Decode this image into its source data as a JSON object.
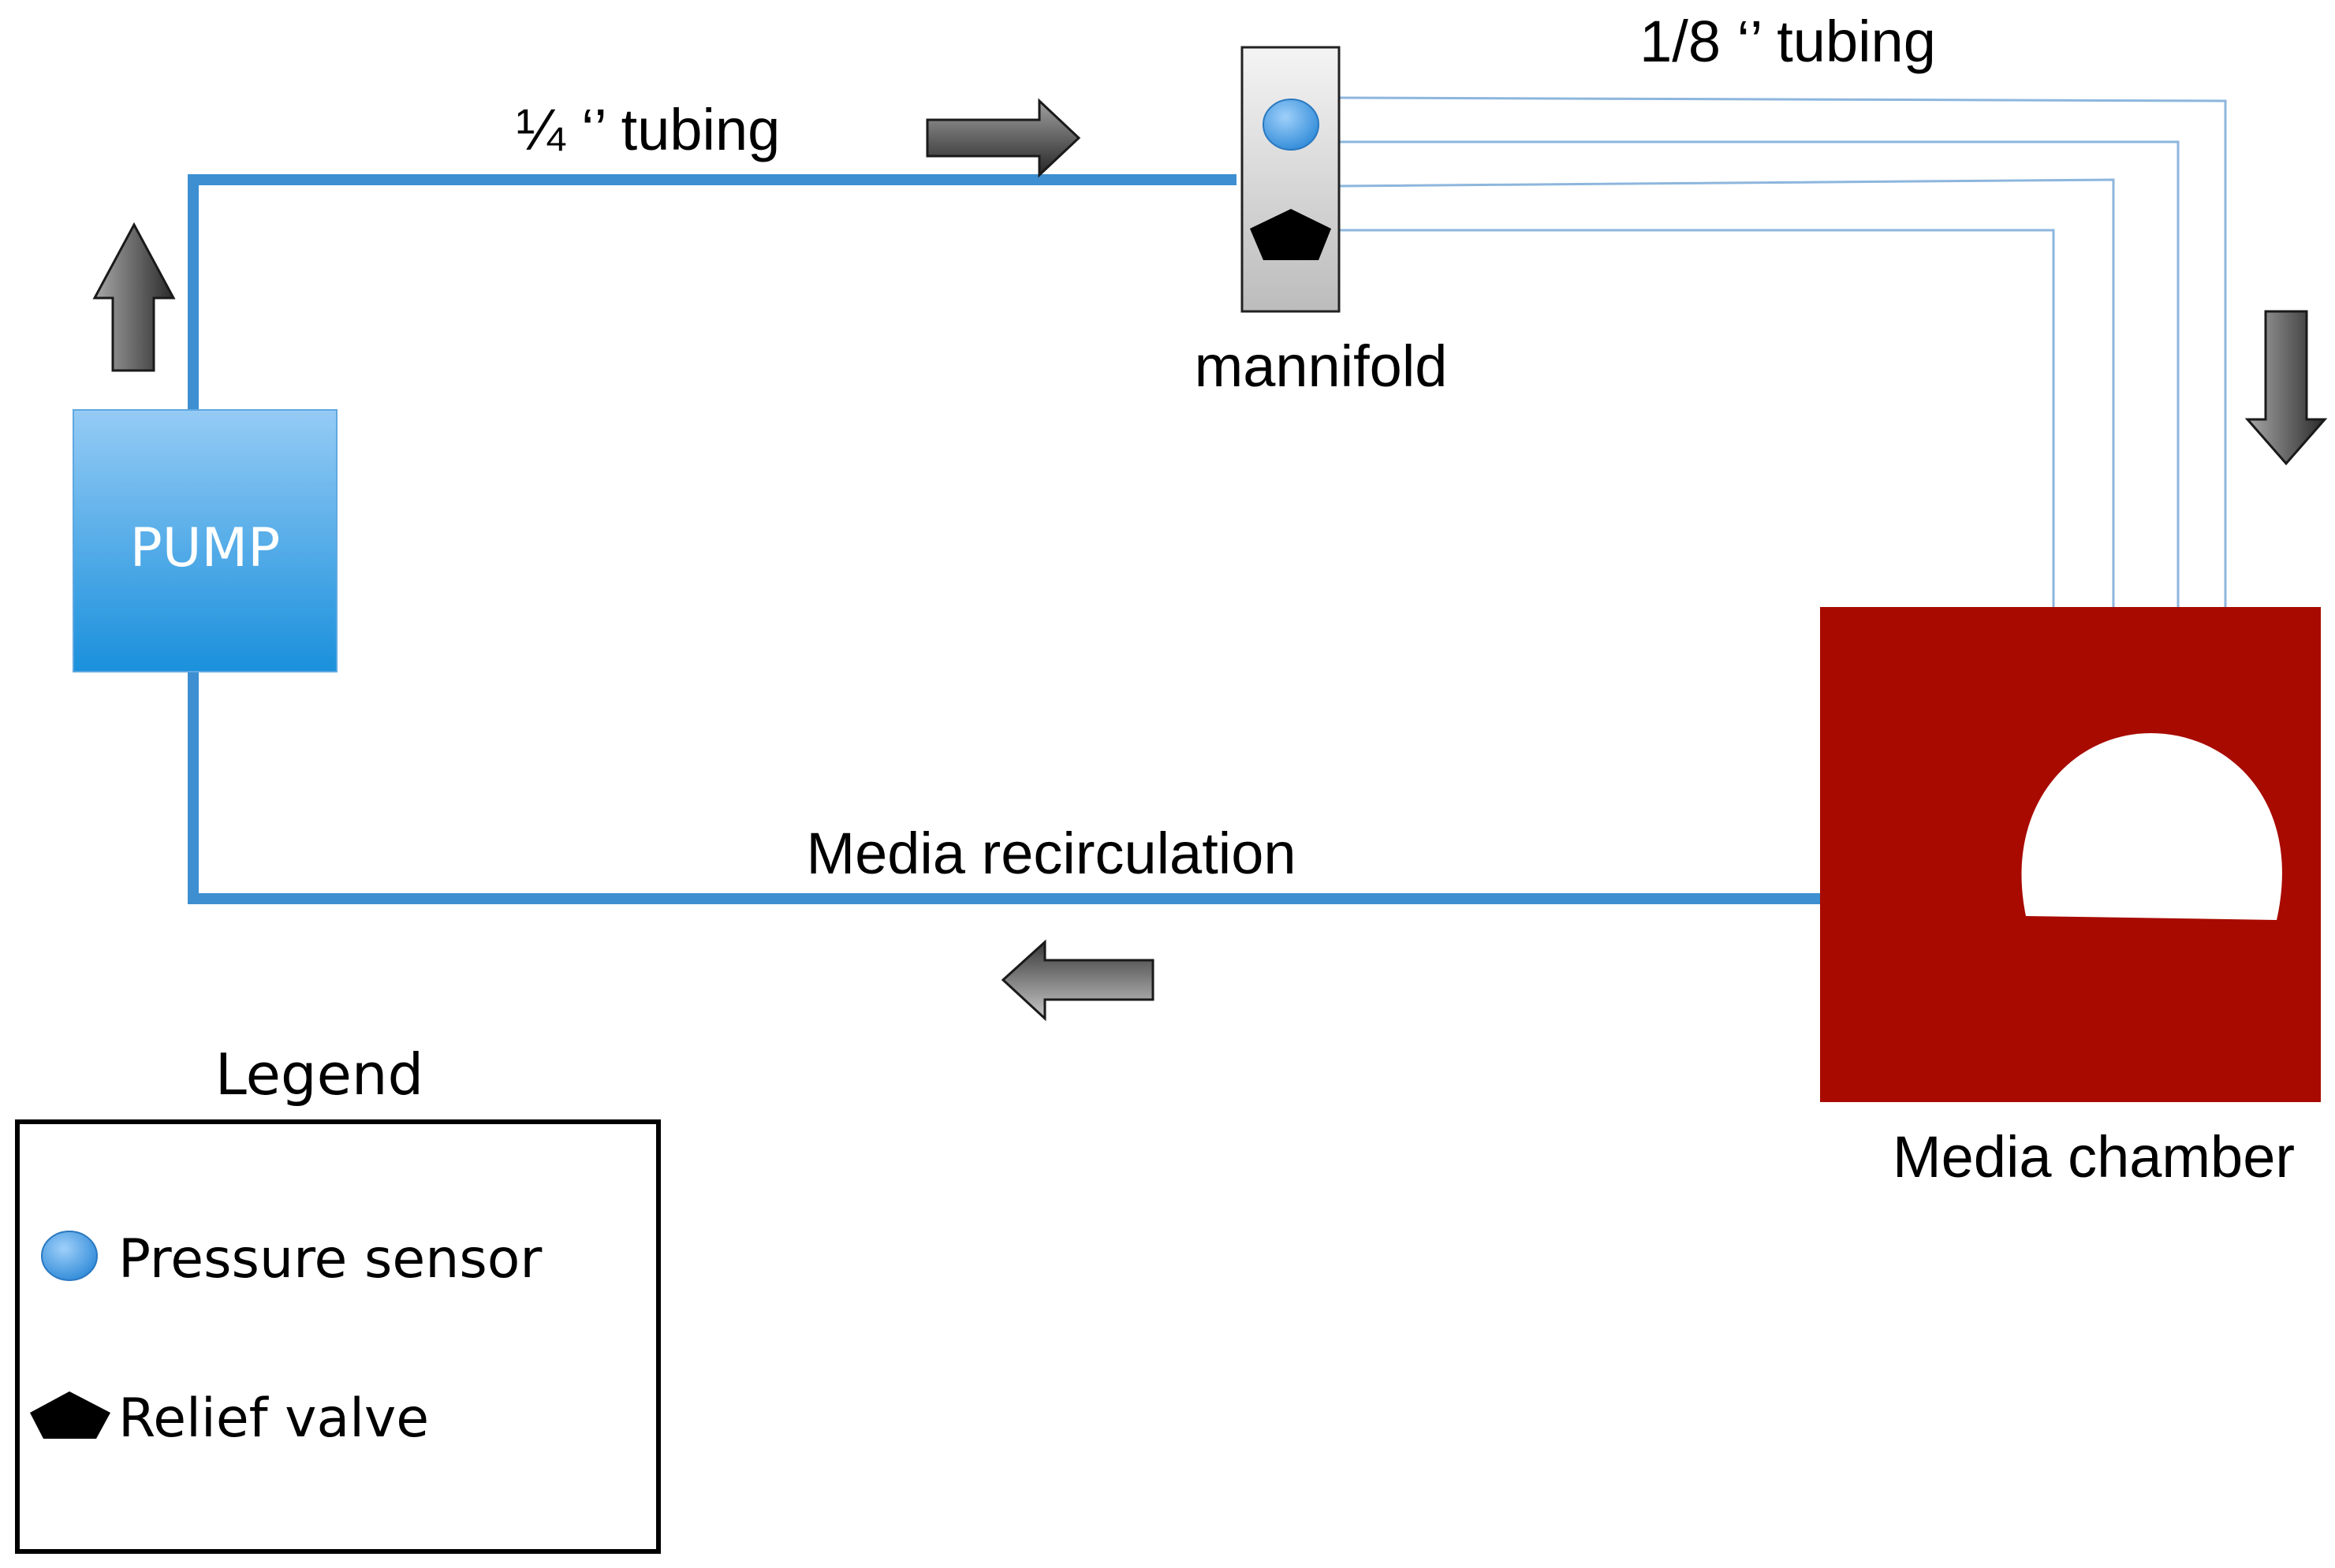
{
  "labels": {
    "quarter_tubing": "¼ ‘’ tubing",
    "eighth_tubing": "1/8 ‘’ tubing",
    "manifold": "mannifold",
    "pump": "PUMP",
    "media_recirculation": "Media recirculation",
    "media_chamber": "Media chamber"
  },
  "legend": {
    "title": "Legend",
    "items": [
      {
        "label": "Pressure sensor",
        "icon": "pressure-sensor-icon"
      },
      {
        "label": "Relief valve",
        "icon": "relief-valve-icon"
      }
    ]
  },
  "colors": {
    "tube_main": "#3d8fd1",
    "tube_thin": "#8db6dd",
    "pump_top": "#95cbf5",
    "pump_bottom": "#1a90dc",
    "chamber": "#a80a00",
    "arrow_light": "#8a8a8a",
    "arrow_dark": "#2e2e2e",
    "manifold_light": "#f2f2f2",
    "manifold_dark": "#bdbdbd",
    "sensor": "#3d96e0"
  }
}
